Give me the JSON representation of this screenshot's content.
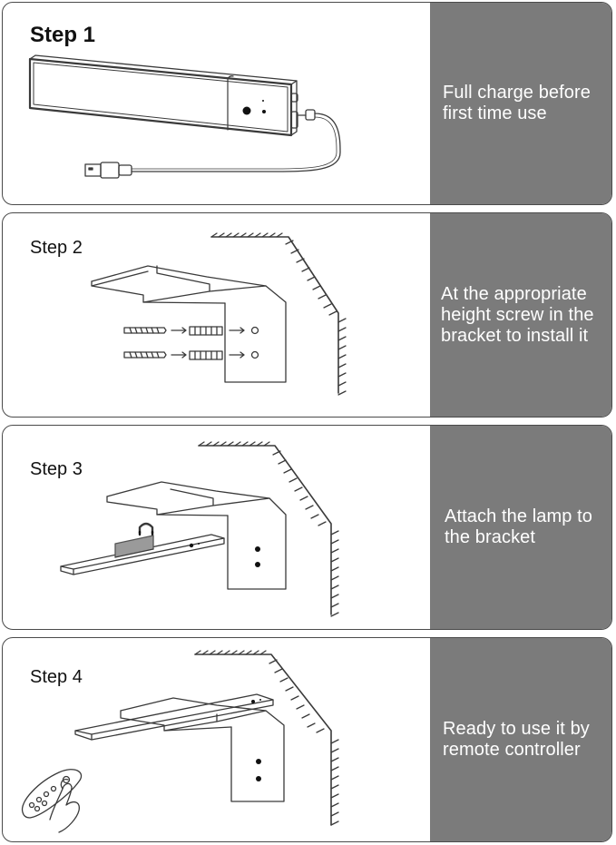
{
  "colors": {
    "caption_bg": "#7b7b7b",
    "caption_text": "#ffffff",
    "line": "#3a3a3a",
    "border": "#4a4a4a"
  },
  "steps": [
    {
      "label": "Step 1",
      "caption": "Full charge before first time use"
    },
    {
      "label": "Step 2",
      "caption": "At the appropriate height screw in the bracket to install it"
    },
    {
      "label": "Step 3",
      "caption": "Attach the lamp to the bracket"
    },
    {
      "label": "Step 4",
      "caption": "Ready to use it by remote controller"
    }
  ]
}
